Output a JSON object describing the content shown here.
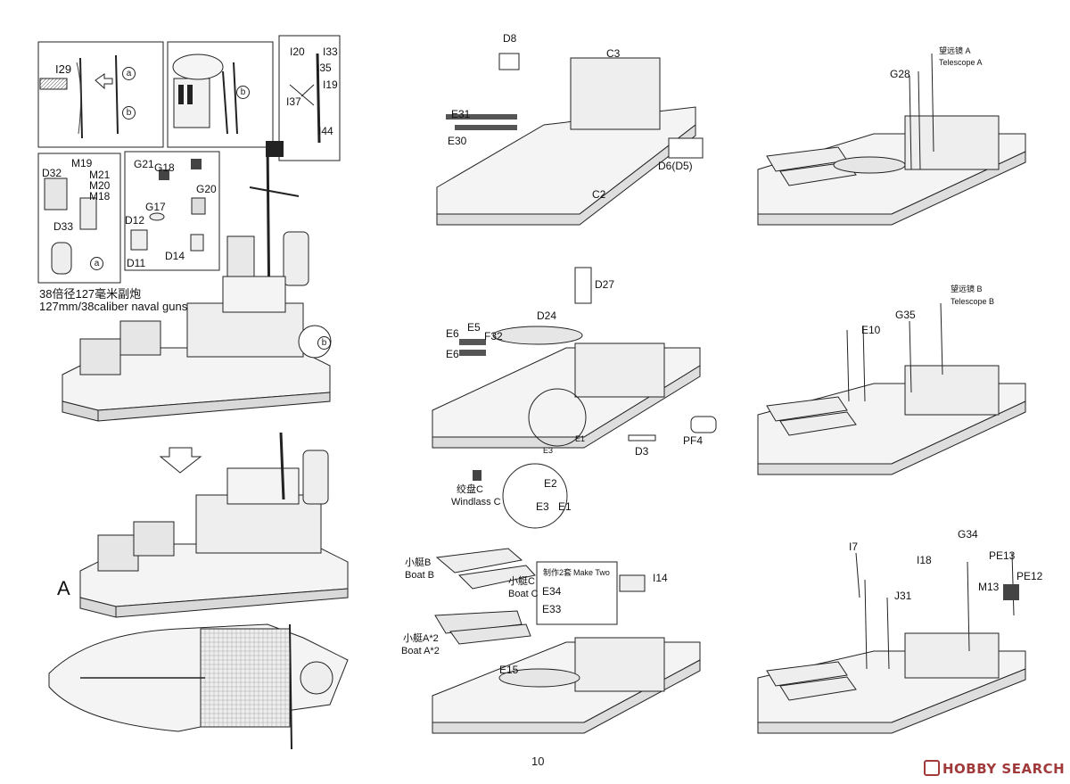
{
  "page": {
    "number": "10"
  },
  "watermark": {
    "brand": "HOBBY SEARCH",
    "icon": "hobby-search-logo-icon"
  },
  "left_column": {
    "inset_rail_labels": {
      "i29": "I29",
      "a": "a",
      "b": "b"
    },
    "inset_b": {
      "b": "b"
    },
    "inset_mast": {
      "i20": "I20",
      "i33": "I33",
      "i35": "I35",
      "i19": "I19",
      "i37": "I37",
      "i44": "I44"
    },
    "inset_gun": {
      "m19": "M19",
      "d32": "D32",
      "m21": "M21",
      "m20": "M20",
      "m18": "M18",
      "d33": "D33",
      "a": "a"
    },
    "inset_fittings": {
      "g21": "G21",
      "g18": "G18",
      "g20": "G20",
      "g17": "G17",
      "d12": "D12",
      "d14": "D14",
      "d11": "D11"
    },
    "caption_cn": "38倍径127毫米副炮",
    "caption_en": "127mm/38caliber naval guns",
    "callout_b": "b",
    "section_letter": "A"
  },
  "middle_column": {
    "step1": {
      "d8": "D8",
      "c3": "C3",
      "e31": "E31",
      "e30": "E30",
      "d6": "D6(D5)",
      "c2": "C2"
    },
    "step2": {
      "d27": "D27",
      "d24": "D24",
      "e6a": "E6",
      "e5": "E5",
      "f32": "F32",
      "e6b": "E6",
      "d3": "D3",
      "pf4": "PF4",
      "e3": "E3",
      "e1": "E1"
    },
    "windlass": {
      "cn": "绞盘C",
      "en": "Windlass C",
      "e2": "E2",
      "e3": "E3",
      "e1": "E1"
    },
    "step3": {
      "boat_b_cn": "小艇B",
      "boat_b_en": "Boat B",
      "boat_c_cn": "小艇C",
      "boat_c_en": "Boat C",
      "boat_a_cn": "小艇A*2",
      "boat_a_en": "Boat A*2",
      "make_two_cn": "制作2套",
      "make_two_en": "Make Two",
      "e34": "E34",
      "e33": "E33",
      "i14": "I14",
      "e15": "E15"
    }
  },
  "right_column": {
    "step1": {
      "tele_cn": "望远镜 A",
      "tele_en": "Telescope A",
      "g28": "G28"
    },
    "step2": {
      "tele_cn": "望远镜 B",
      "tele_en": "Telescope B",
      "e10": "E10",
      "g35": "G35"
    },
    "step3": {
      "i7": "I7",
      "g34": "G34",
      "i18": "I18",
      "pe13": "PE13",
      "pe12": "PE12",
      "m13": "M13",
      "j31": "J31"
    }
  },
  "colors": {
    "line": "#222222",
    "hatch": "#555555",
    "brand": "#a13a3a"
  }
}
